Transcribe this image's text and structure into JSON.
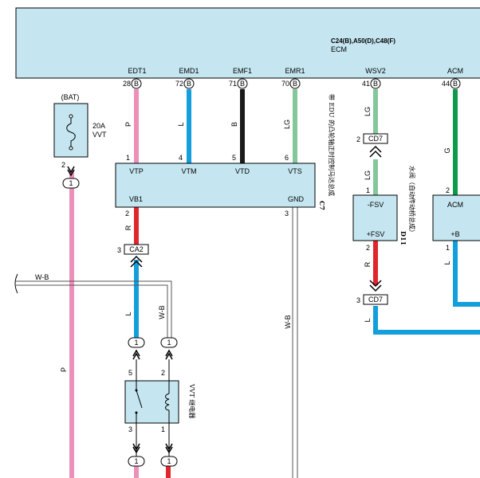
{
  "ecm": {
    "part_codes": "C24(B),A50(D),C48(F)",
    "name": "ECM",
    "pins": [
      {
        "label": "EDT1",
        "number": "28",
        "conn": "B"
      },
      {
        "label": "EMD1",
        "number": "72",
        "conn": "B"
      },
      {
        "label": "EMF1",
        "number": "71",
        "conn": "B"
      },
      {
        "label": "EMR1",
        "number": "70",
        "conn": "B"
      },
      {
        "label": "WSV2",
        "number": "41",
        "conn": "B"
      },
      {
        "label": "ACM",
        "number": "44",
        "conn": "B"
      }
    ]
  },
  "fuse": {
    "source": "(BAT)",
    "rating": "20A",
    "name": "VVT",
    "pin": "2",
    "conn": "1"
  },
  "vvt_ecu": {
    "code": "C7",
    "name": "带 EDU 的凸轮轴正时控制马达总成",
    "top_pins": [
      {
        "num": "1",
        "label": "VTP"
      },
      {
        "num": "4",
        "label": "VTM"
      },
      {
        "num": "5",
        "label": "VTD"
      },
      {
        "num": "6",
        "label": "VTS"
      }
    ],
    "bottom_pins": [
      {
        "num": "2",
        "label": "VB1"
      },
      {
        "num": "3",
        "label": "GND"
      }
    ]
  },
  "wire_colors": {
    "edt1": "P",
    "emd1": "L",
    "emf1": "B",
    "emr1": "LG",
    "wsv2_upper": "LG",
    "wsv2_mid": "LG",
    "wsv2_lower": "R",
    "wsv2_bottom": "L",
    "acm": "G",
    "acm_lower": "L",
    "vb1_upper": "R",
    "vb1_lower": "L",
    "gnd": "W-B",
    "relay_branch": "W-B",
    "bus": "W-B",
    "bat": "P"
  },
  "connectors": {
    "ca2": {
      "pin": "3",
      "name": "CA2"
    },
    "cd7_upper": {
      "pin": "2",
      "name": "CD7"
    },
    "cd7_lower": {
      "pin": "3",
      "name": "CD7"
    },
    "circle": "1"
  },
  "water_valve": {
    "code": "D11",
    "name": "水阀（自动传动桥总成）",
    "top_pin": "1",
    "top_label": "-FSV",
    "bottom_pin": "2",
    "bottom_label": "+FSV"
  },
  "acm_part": {
    "top_pin": "2",
    "top_label": "ACM",
    "bottom_pin": "1",
    "bottom_label": "+B"
  },
  "relay": {
    "name": "VVT 继电器",
    "pin_tl": "5",
    "pin_tr": "2",
    "pin_bl": "3",
    "pin_br": "1"
  },
  "colors": {
    "ecm_fill": "#c5e6f0",
    "box_fill": "#c5e6f0",
    "pink": "#ec8fba",
    "blue": "#139fdb",
    "black": "#1a1a1a",
    "light_green": "#84c79a",
    "green": "#0e9a4a",
    "red": "#e0262c"
  }
}
